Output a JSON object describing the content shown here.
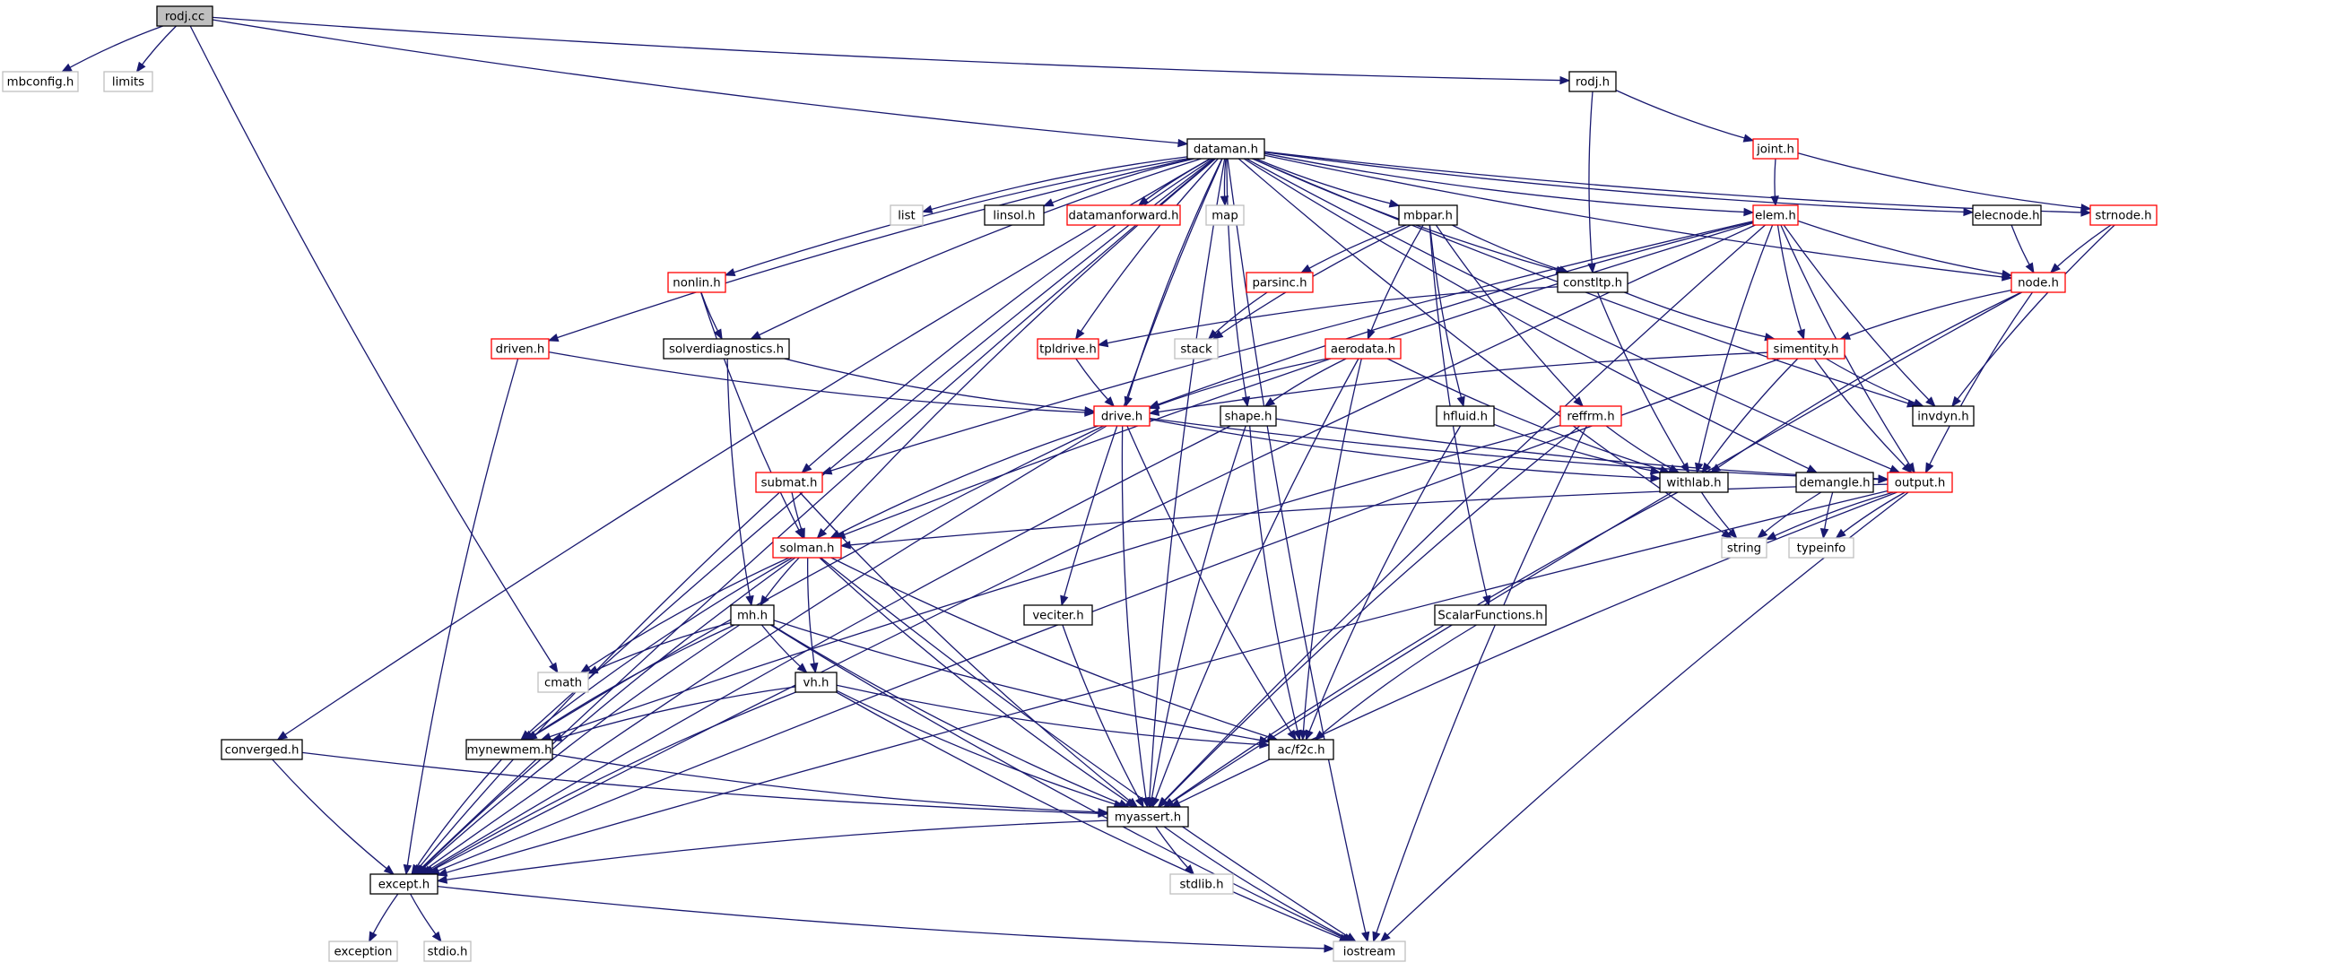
{
  "colors": {
    "edge": "#191970",
    "root_fill": "#bfbfbf",
    "box_normal": "#000000",
    "box_truncated": "#ff0000",
    "box_external": "#bfbfbf"
  },
  "nodes": {
    "rodj_cc": "rodj.cc",
    "mbconfig_h": "mbconfig.h",
    "limits": "limits",
    "rodj_h": "rodj.h",
    "joint_h": "joint.h",
    "dataman_h": "dataman.h",
    "list": "list",
    "linsol_h": "linsol.h",
    "datamanforward_h": "datamanforward.h",
    "map": "map",
    "mbpar_h": "mbpar.h",
    "elem_h": "elem.h",
    "elecnode_h": "elecnode.h",
    "strnode_h": "strnode.h",
    "nonlin_h": "nonlin.h",
    "parsinc_h": "parsinc.h",
    "constltp_h": "constltp.h",
    "node_h": "node.h",
    "driven_h": "driven.h",
    "solverdiagnostics_h": "solverdiagnostics.h",
    "tpldrive_h": "tpldrive.h",
    "stack": "stack",
    "aerodata_h": "aerodata.h",
    "simentity_h": "simentity.h",
    "drive_h": "drive.h",
    "shape_h": "shape.h",
    "hfluid_h": "hfluid.h",
    "reffrm_h": "reffrm.h",
    "invdyn_h": "invdyn.h",
    "submat_h": "submat.h",
    "withlab_h": "withlab.h",
    "output_h": "output.h",
    "demangle_h": "demangle.h",
    "solman_h": "solman.h",
    "string": "string",
    "typeinfo": "typeinfo",
    "mh_h": "mh.h",
    "veciter_h": "veciter.h",
    "scalarfunctions_h": "ScalarFunctions.h",
    "cmath": "cmath",
    "vh_h": "vh.h",
    "converged_h": "converged.h",
    "mynewmem_h": "mynewmem.h",
    "ac_f2c_h": "ac/f2c.h",
    "myassert_h": "myassert.h",
    "except_h": "except.h",
    "stdlib_h": "stdlib.h",
    "exception": "exception",
    "stdio_h": "stdio.h",
    "iostream": "iostream"
  }
}
